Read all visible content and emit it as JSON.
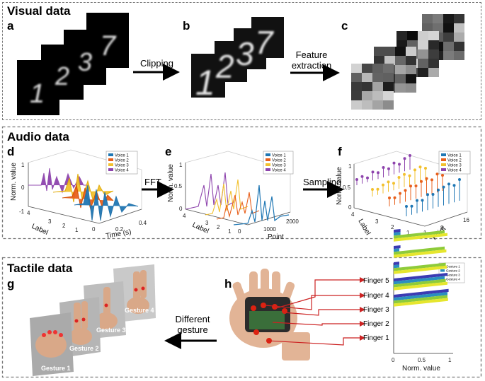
{
  "sections": {
    "visual": {
      "title": "Visual data"
    },
    "audio": {
      "title": "Audio data"
    },
    "tactile": {
      "title": "Tactile data"
    }
  },
  "panels": {
    "a": "a",
    "b": "b",
    "c": "c",
    "d": "d",
    "e": "e",
    "f": "f",
    "g": "g",
    "h": "h"
  },
  "arrows": {
    "clipping": "Clipping",
    "feature_extraction_1": "Feature",
    "feature_extraction_2": "extraction",
    "fft": "FFT",
    "sampling": "Sampling",
    "different_gesture_1": "Different",
    "different_gesture_2": "gesture"
  },
  "digits": [
    "1",
    "2",
    "3",
    "7"
  ],
  "voices": [
    "Voice 1",
    "Voice 2",
    "Voice 3",
    "Voice 4"
  ],
  "gestures": [
    "Gesture 1",
    "Gesture 2",
    "Gesture 3",
    "Gesture 4"
  ],
  "fingers": [
    "Finger 5",
    "Finger 4",
    "Finger 3",
    "Finger 2",
    "Finger 1"
  ],
  "colors": {
    "voice1": "#1f77b4",
    "voice2": "#e8601c",
    "voice3": "#f2c12e",
    "voice4": "#8e44ad",
    "gesture1": "#3b3bb3",
    "gesture2": "#2a8fbf",
    "gesture3": "#8ecb3a",
    "gesture4": "#e6e62e"
  },
  "chart_d": {
    "ylabel": "Norm. value",
    "xlabel": "Time (s)",
    "zlabel": "Label",
    "yticks": [
      "1",
      "0",
      "-1"
    ],
    "xticks": [
      "0",
      "0.2",
      "0.4"
    ],
    "zticks": [
      "4",
      "3",
      "2",
      "1"
    ]
  },
  "chart_e": {
    "ylabel": "Norm. value",
    "xlabel": "Point",
    "zlabel": "Label",
    "yticks": [
      "1",
      "0.5",
      "0"
    ],
    "xticks": [
      "0",
      "1000",
      "2000"
    ],
    "zticks": [
      "4",
      "3",
      "2",
      "1"
    ]
  },
  "chart_f": {
    "ylabel": "Norm. value",
    "xlabel": "Point",
    "zlabel": "Label",
    "yticks": [
      "1",
      "0.5",
      "0"
    ],
    "xticks": [
      "1",
      "8",
      "16"
    ],
    "zticks": [
      "4",
      "3",
      "2",
      "1"
    ]
  },
  "chart_h": {
    "xlabel": "Norm. value",
    "xticks": [
      "0",
      "0.5",
      "1"
    ]
  },
  "chart_data": {
    "type": "bar",
    "categories": [
      "Finger 5",
      "Finger 4",
      "Finger 3",
      "Finger 2",
      "Finger 1"
    ],
    "series": [
      {
        "name": "Gesture 1",
        "values": [
          0.12,
          0.12,
          0.1,
          0.95,
          0.97
        ]
      },
      {
        "name": "Gesture 2",
        "values": [
          0.12,
          0.1,
          0.1,
          0.9,
          0.95
        ]
      },
      {
        "name": "Gesture 3",
        "values": [
          0.9,
          0.9,
          0.92,
          0.92,
          0.95
        ]
      },
      {
        "name": "Gesture 4",
        "values": [
          0.95,
          0.93,
          0.94,
          0.95,
          0.96
        ]
      }
    ],
    "xlabel": "Norm. value",
    "xlim": [
      0,
      1
    ]
  }
}
